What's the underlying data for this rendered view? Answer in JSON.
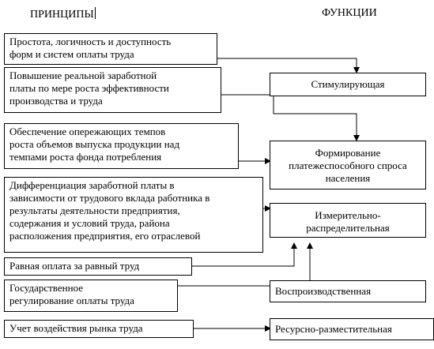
{
  "headers": {
    "principles": "ПРИНЦИПЫ",
    "functions": "ФУНКЦИИ"
  },
  "principles": [
    {
      "line1": "Простота, логичность и доступность",
      "line2": "форм и систем оплаты труда"
    },
    {
      "line1": "Повышение реальной заработной",
      "line2": "платы по мере роста эффективности",
      "line3": "производства и труда"
    },
    {
      "line1": "Обеспечение опережающих темпов",
      "line2": "роста объемов выпуска продукции над",
      "line3": "темпами роста фонда потребления"
    },
    {
      "line1": "Дифференциация заработной платы в",
      "line2": "зависимости от трудового вклада работника в",
      "line3": "результаты деятельности предприятия,",
      "line4": "содержания и условий труда, района",
      "line5": "расположения предприятия, его отраслевой"
    },
    {
      "line1": "Равная оплата за равный труд"
    },
    {
      "line1": "Государственное",
      "line2": "регулирование оплаты труда"
    },
    {
      "line1": "Учет воздействия рынка труда"
    }
  ],
  "functions": [
    {
      "line1": "Стимулирующая"
    },
    {
      "line1": "Формирование",
      "line2": "платежеспособного спроса",
      "line3": "населения"
    },
    {
      "line1": "Измерительно-",
      "line2": "распределительная"
    },
    {
      "line1": "Воспроизводственная"
    },
    {
      "line1": "Ресурсно-разместительная"
    }
  ]
}
